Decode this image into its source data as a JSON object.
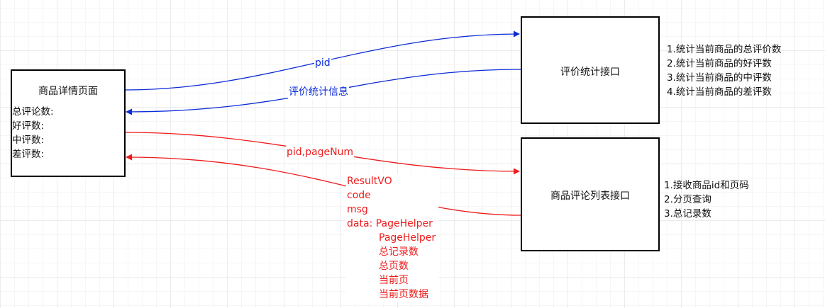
{
  "nodes": {
    "detail": {
      "title": "商品详情页面",
      "fields": [
        "总评论数:",
        "好评数:",
        "中评数:",
        "差评数:"
      ]
    },
    "stats_api": {
      "title": "评价统计接口",
      "notes": [
        "1.统计当前商品的总评价数",
        "2.统计当前商品的好评数",
        "3.统计当前商品的中评数",
        "4.统计当前商品的差评数"
      ]
    },
    "list_api": {
      "title": "商品评论列表接口",
      "notes": [
        "1.接收商品id和页码",
        "2.分页查询",
        "3.总记录数"
      ]
    }
  },
  "edges": {
    "request_stats": {
      "label": "pid",
      "color": "#0b2bd6"
    },
    "response_stats": {
      "label": "评价统计信息",
      "color": "#0b2bd6"
    },
    "request_list": {
      "label": "pid,pageNum",
      "color": "#ee1b1b"
    },
    "response_list": {
      "color": "#ee1b1b",
      "lines": [
        "ResultVO",
        "code",
        "msg"
      ],
      "data_key": "data:",
      "data_lines": [
        "PageHelper",
        "PageHelper",
        "总记录数",
        "总页数",
        "当前页",
        "当前页数据"
      ]
    }
  }
}
